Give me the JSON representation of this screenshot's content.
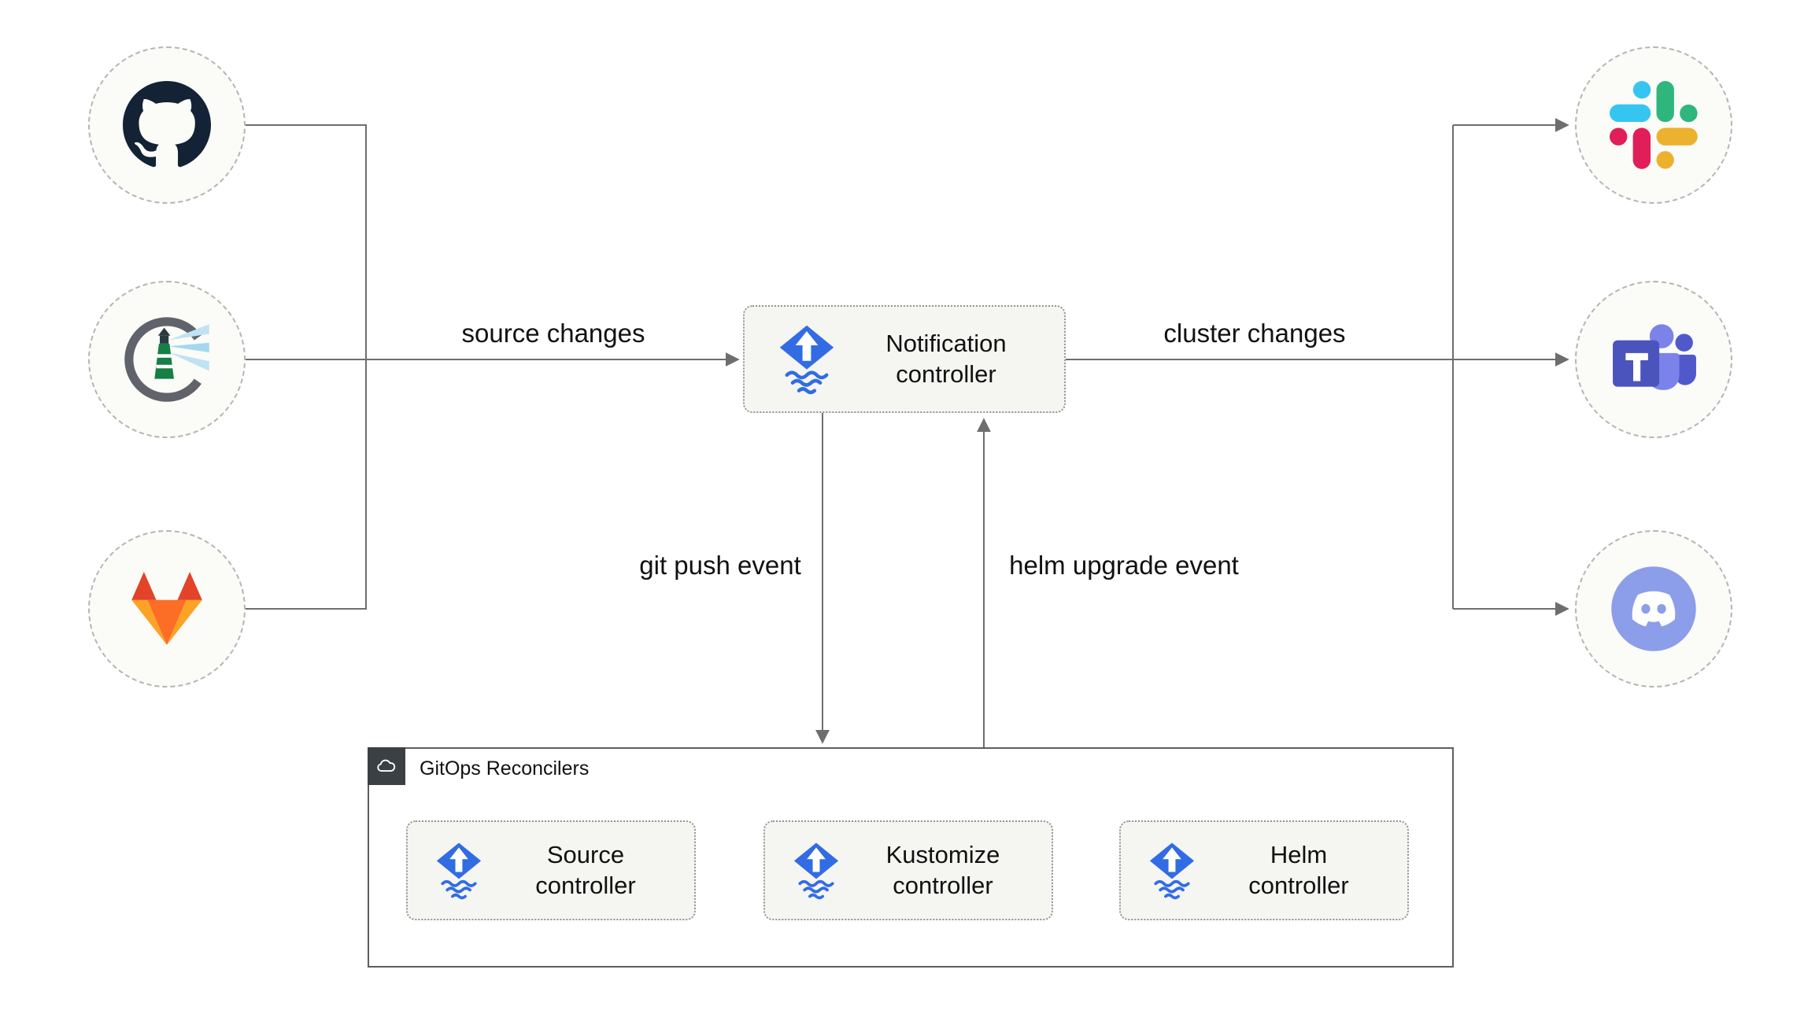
{
  "nodes": {
    "notification": {
      "label": "Notification controller"
    },
    "source": {
      "label": "Source controller"
    },
    "kustomize": {
      "label": "Kustomize controller"
    },
    "helm": {
      "label": "Helm controller"
    }
  },
  "group": {
    "label": "GitOps Reconcilers"
  },
  "edge_labels": {
    "source_changes": "source changes",
    "cluster_changes": "cluster changes",
    "git_push": "git push event",
    "helm_upgrade": "helm upgrade event"
  },
  "sources": [
    {
      "id": "github",
      "icon": "github-icon"
    },
    {
      "id": "harbor",
      "icon": "harbor-icon"
    },
    {
      "id": "gitlab",
      "icon": "gitlab-icon"
    }
  ],
  "destinations": [
    {
      "id": "slack",
      "icon": "slack-icon"
    },
    {
      "id": "teams",
      "icon": "ms-teams-icon"
    },
    {
      "id": "discord",
      "icon": "discord-icon"
    }
  ],
  "icons": {
    "flux": "flux-controller-icon",
    "cloud": "cloud-icon",
    "github": "github-octocat-icon",
    "harbor": "harbor-lighthouse-icon",
    "gitlab": "gitlab-tanuki-icon",
    "slack": "slack-pinwheel-icon",
    "teams": "ms-teams-icon",
    "discord": "discord-clyde-icon"
  },
  "colors": {
    "flux_blue": "#316ce4",
    "line_gray": "#6e6e6e",
    "node_fill": "#f5f5f2",
    "github_dark": "#132235",
    "gitlab": {
      "red": "#e24329",
      "orange": "#fc6d26",
      "yellow": "#fca326"
    },
    "slack": {
      "blue": "#36c5f0",
      "green": "#2eb67d",
      "yellow": "#ecb22e",
      "red": "#e01e5a"
    },
    "teams": {
      "dark": "#4b53bc",
      "light": "#7b83eb",
      "mid": "#5059c9"
    },
    "discord": "#8c9ee9"
  }
}
